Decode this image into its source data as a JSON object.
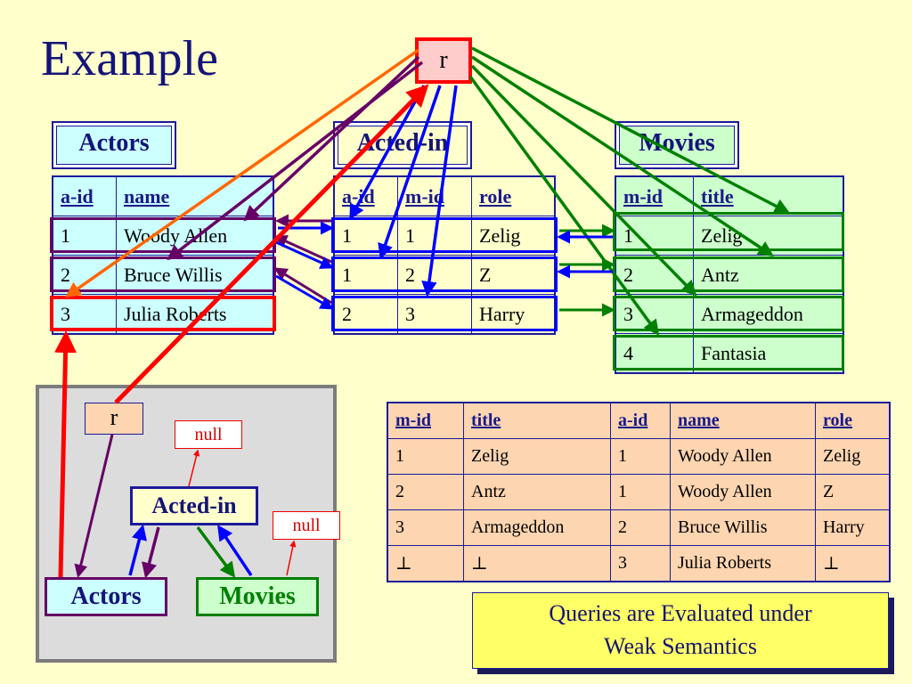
{
  "slide": {
    "title": "Example"
  },
  "r_label": "r",
  "actors": {
    "label": "Actors",
    "headers": [
      "a-id",
      "name"
    ],
    "rows": [
      [
        "1",
        "Woody Allen"
      ],
      [
        "2",
        "Bruce Willis"
      ],
      [
        "3",
        "Julia Roberts"
      ]
    ]
  },
  "acted_in": {
    "label": "Acted-in",
    "headers": [
      "a-id",
      "m-id",
      "role"
    ],
    "rows": [
      [
        "1",
        "1",
        "Zelig"
      ],
      [
        "1",
        "2",
        "Z"
      ],
      [
        "2",
        "3",
        "Harry"
      ]
    ]
  },
  "movies": {
    "label": "Movies",
    "headers": [
      "m-id",
      "title"
    ],
    "rows": [
      [
        "1",
        "Zelig"
      ],
      [
        "2",
        "Antz"
      ],
      [
        "3",
        "Armageddon"
      ],
      [
        "4",
        "Fantasia"
      ]
    ]
  },
  "result": {
    "headers": [
      "m-id",
      "title",
      "a-id",
      "name",
      "role"
    ],
    "rows": [
      [
        "1",
        "Zelig",
        "1",
        "Woody Allen",
        "Zelig"
      ],
      [
        "2",
        "Antz",
        "1",
        "Woody Allen",
        "Z"
      ],
      [
        "3",
        "Armageddon",
        "2",
        "Bruce Willis",
        "Harry"
      ],
      [
        "⊥",
        "⊥",
        "3",
        "Julia Roberts",
        "⊥"
      ]
    ]
  },
  "graph": {
    "r": "r",
    "null_top": "null",
    "null_right": "null",
    "acted_in": "Acted-in",
    "actors": "Actors",
    "movies": "Movies"
  },
  "note": {
    "line1": "Queries are Evaluated under",
    "line2": "Weak Semantics"
  },
  "colors": {
    "red": "#ff0000",
    "purple": "#660066",
    "blue": "#0000ff",
    "green": "#008000",
    "orange": "#ff6600",
    "actors_bg": "#ccffff",
    "acted_bg": "#ffffcc",
    "movies_bg": "#ccffcc",
    "result_bg": "#fdd5b0"
  }
}
